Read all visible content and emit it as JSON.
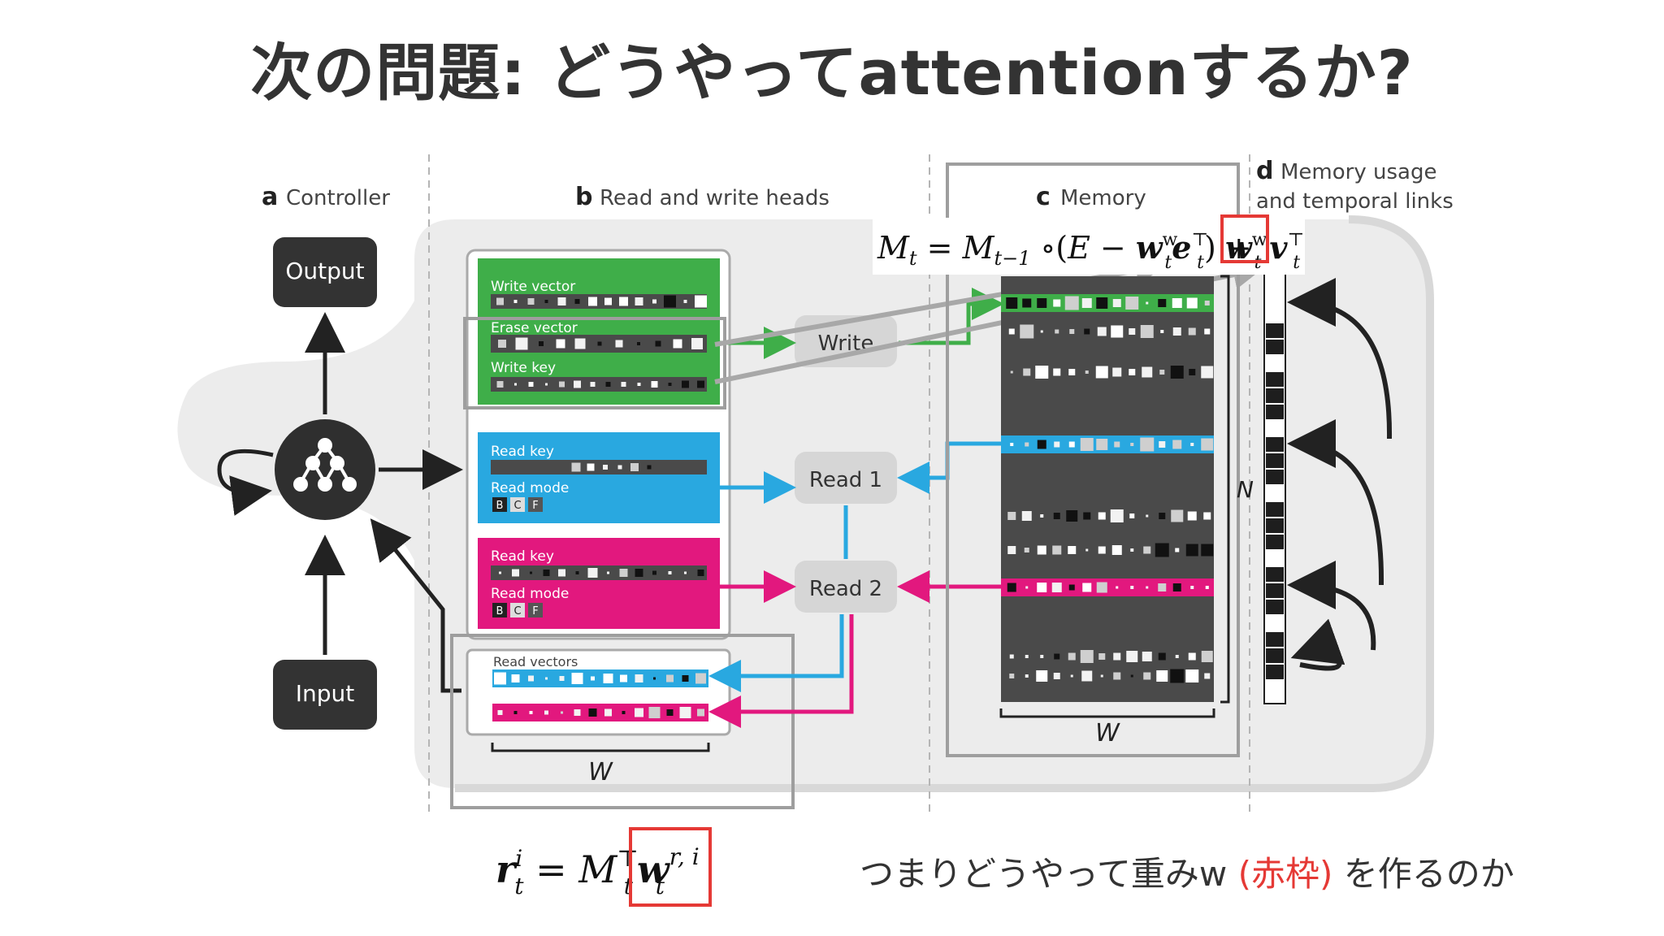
{
  "slide": {
    "title": "次の問題: どうやってattentionするか?",
    "note_prefix": "つまりどうやって重みw ",
    "note_highlight": "(赤枠)",
    "note_suffix": " を作るのか",
    "highlight_color": "#e53935"
  },
  "panels": {
    "a": {
      "letter": "a",
      "label": "Controller"
    },
    "b": {
      "letter": "b",
      "label": "Read and write heads"
    },
    "c": {
      "letter": "c",
      "label": "Memory"
    },
    "d": {
      "letter": "d",
      "label_line1": "Memory usage",
      "label_line2": "and temporal links"
    }
  },
  "controller": {
    "output_label": "Output",
    "input_label": "Input"
  },
  "heads": {
    "write_vector": "Write vector",
    "erase_vector": "Erase vector",
    "write_key": "Write key",
    "read_key_1": "Read key",
    "read_mode_1": "Read mode",
    "read_key_2": "Read key",
    "read_mode_2": "Read mode",
    "mode_b": "B",
    "mode_c": "C",
    "mode_f": "F",
    "read_vectors": "Read vectors",
    "width_label": "W"
  },
  "ops": {
    "write": "Write",
    "read1": "Read 1",
    "read2": "Read 2"
  },
  "memory": {
    "width_label": "W",
    "height_label": "N"
  },
  "equations": {
    "memory_update": {
      "m": "M",
      "sub_t": "t",
      "eq": " = ",
      "sub_t1": "t−1",
      "circ": " ∘(",
      "e": "E",
      "minus": " − ",
      "w": "w",
      "sup_w": "w",
      "e_vec": "e",
      "top": "⊤",
      "close_plus": ") + ",
      "v": "v"
    },
    "read": {
      "r": "r",
      "sup_i": "i",
      "sub_t": "t",
      "eq": " = ",
      "m": "M",
      "top": "⊤",
      "w": "w",
      "sup_ri": "r, i"
    }
  },
  "colors": {
    "write_green": "#3fae49",
    "read_blue": "#29a8e0",
    "read_magenta": "#e2187e",
    "memory_dark": "#4a4a4a",
    "box_dark": "#333333",
    "panel_bg": "#ececec",
    "op_gray": "#d6d6d6"
  },
  "icons": [
    "network-icon",
    "loop-arrow-icon"
  ]
}
